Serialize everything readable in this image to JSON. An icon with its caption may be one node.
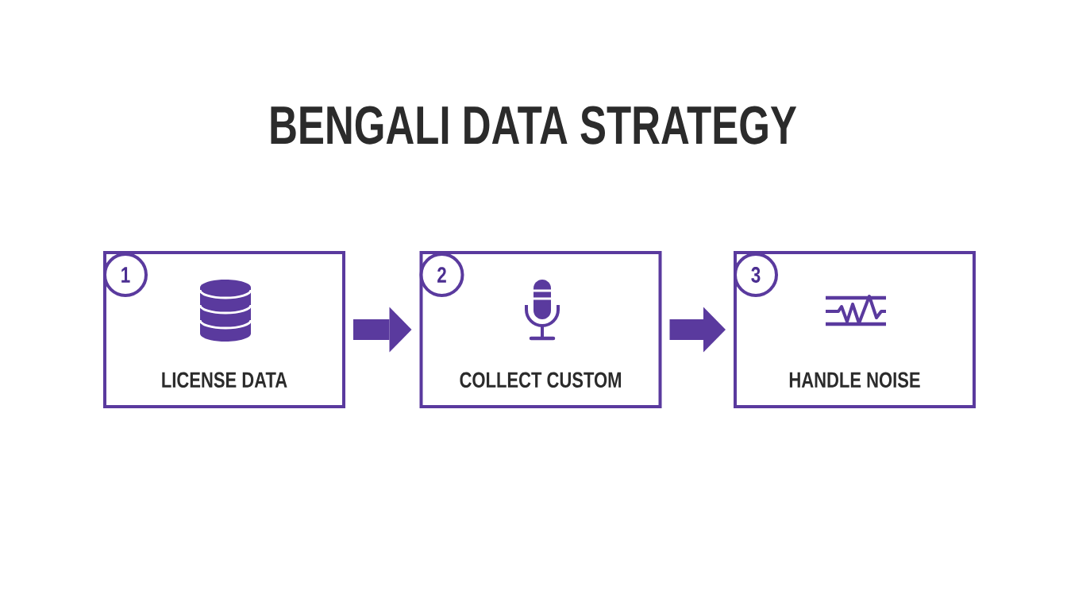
{
  "diagram": {
    "title": "BENGALI DATA STRATEGY",
    "nodes": [
      {
        "text": [
          "1",
          "LICENSE DATA"
        ]
      },
      {
        "text": [
          "2",
          "COLLECT CUSTOM"
        ]
      },
      {
        "text": [
          "3",
          "HANDLE NOISE"
        ]
      }
    ],
    "edges": [
      {
        "from": 0,
        "to": 1,
        "arrow": "to"
      },
      {
        "from": 1,
        "to": 2,
        "arrow": "to"
      }
    ]
  }
}
